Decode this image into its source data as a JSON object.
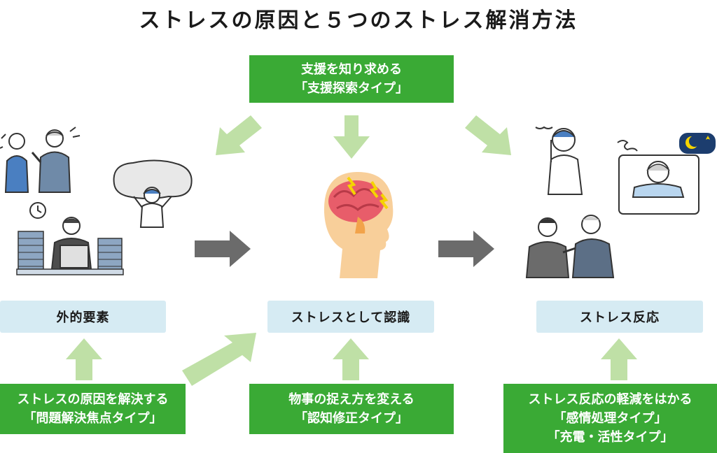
{
  "title": "ストレスの原因と５つのストレス解消方法",
  "boxes": {
    "support": {
      "line1": "支援を知り求める",
      "line2": "「支援探索タイプ」"
    },
    "external": "外的要素",
    "recognition": "ストレスとして認識",
    "reaction": "ストレス反応",
    "problem": {
      "line1": "ストレスの原因を解決する",
      "line2": "「問題解決焦点タイプ」"
    },
    "reframe": {
      "line1": "物事の捉え方を変える",
      "line2": "「認知修正タイプ」"
    },
    "relief": {
      "line1": "ストレス反応の軽減をはかる",
      "line2": "「感情処理タイプ」",
      "line3": "「充電・活性タイプ」"
    }
  },
  "colors": {
    "green_box": "#3aaa35",
    "blue_box": "#d6ebf3",
    "light_green_arrow": "#bfe0a6",
    "gray_arrow": "#6b6b6b",
    "brain": "#e85d6a",
    "head": "#f8cf9a"
  },
  "icons": [
    "scolding-boss-icon",
    "heavy-rock-burden-icon",
    "overworked-office-worker-icon",
    "stressed-brain-head-icon",
    "headache-woman-icon",
    "insomnia-bed-icon",
    "depressed-colleagues-icon"
  ]
}
